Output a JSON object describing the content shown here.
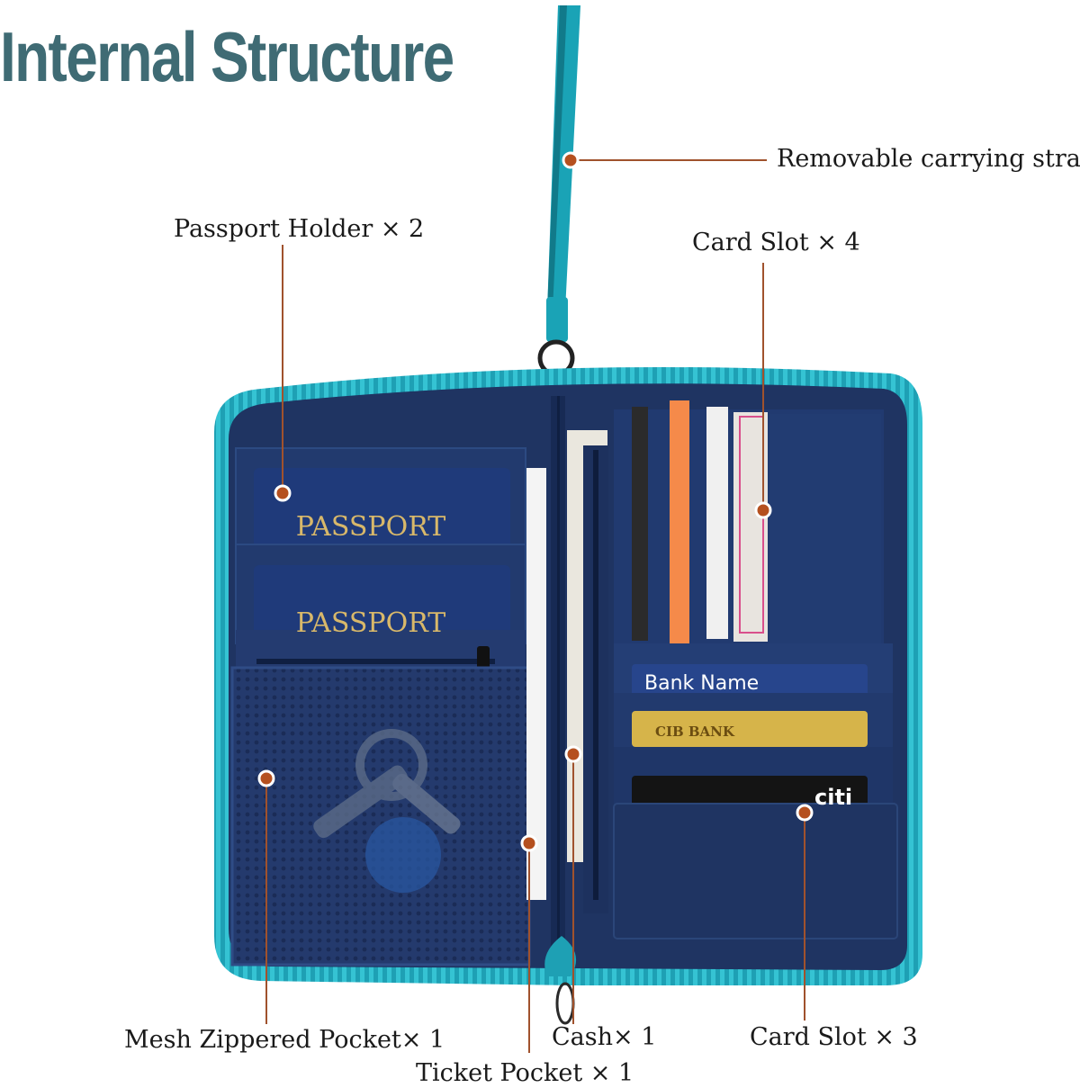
{
  "title": "Internal Structure",
  "colors": {
    "title": "#3f6b74",
    "leader_line": "#a0522d",
    "dot": "#b5501f",
    "wallet_navy": "#1f3462",
    "zipper_teal": "#1ea0b4",
    "passport_blue": "#1f3a7a",
    "passport_gold": "#d8b86a"
  },
  "callouts": {
    "strap": "Removable carrying strap",
    "passport_holder": "Passport Holder × 2",
    "card_slot_4": "Card Slot × 4",
    "mesh_pocket": "Mesh Zippered Pocket× 1",
    "cash": "Cash× 1",
    "card_slot_3": "Card Slot × 3",
    "ticket_pocket": "Ticket Pocket × 1"
  },
  "passport_label": "PASSPORT",
  "cards": {
    "bank_name": "Bank Name",
    "cib_bank": "CIB BANK",
    "citi": "citi"
  }
}
